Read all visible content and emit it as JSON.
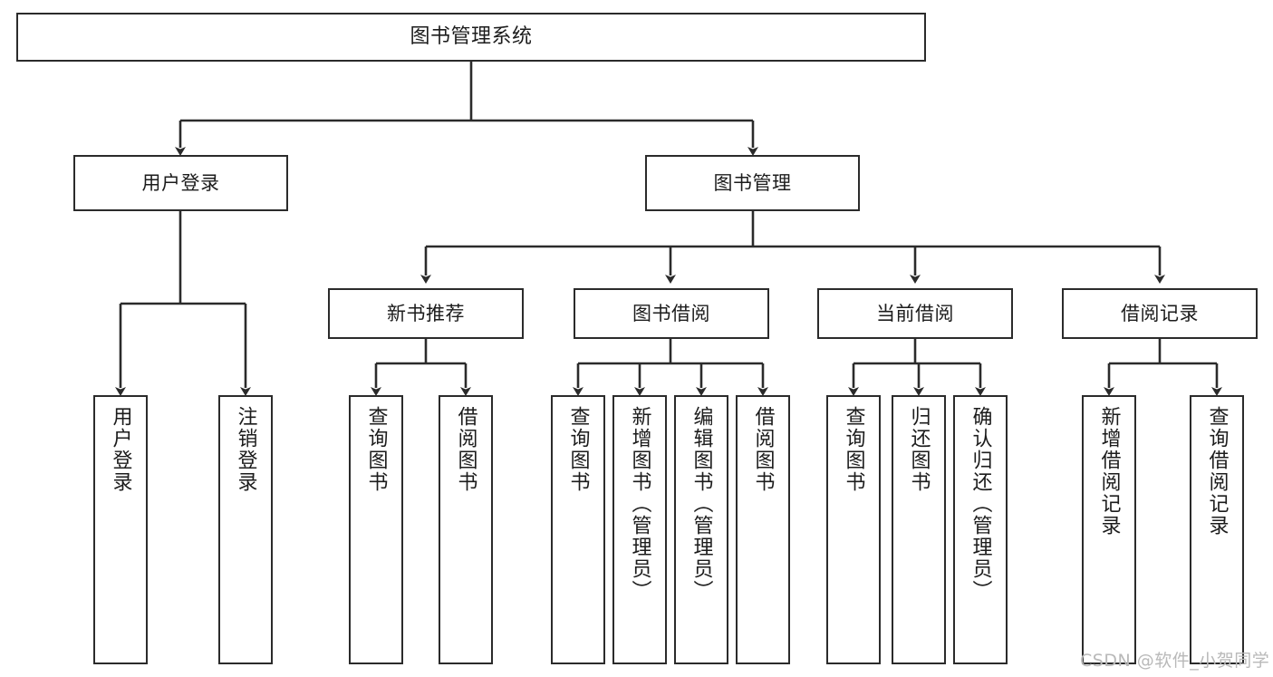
{
  "diagram": {
    "title": "图书管理系统",
    "type": "tree-hierarchy-diagram",
    "orientation": "top-down",
    "colors": {
      "box_border": "#2b2b2b",
      "box_fill": "#ffffff",
      "edge": "#2b2b2b",
      "text": "#1c1c1c",
      "watermark": "#b9b9b9",
      "background": "#ffffff"
    },
    "root": {
      "label": "图书管理系统"
    },
    "level2": [
      {
        "label": "用户登录"
      },
      {
        "label": "图书管理"
      }
    ],
    "level3": [
      {
        "label": "新书推荐"
      },
      {
        "label": "图书借阅"
      },
      {
        "label": "当前借阅"
      },
      {
        "label": "借阅记录"
      }
    ],
    "leaves": {
      "user_login": [
        {
          "label": "用户登录"
        },
        {
          "label": "注销登录"
        }
      ],
      "new_book_recommend": [
        {
          "label": "查询图书"
        },
        {
          "label": "借阅图书"
        }
      ],
      "book_borrow": [
        {
          "label": "查询图书"
        },
        {
          "label": "新增图书（管理员）"
        },
        {
          "label": "编辑图书（管理员）"
        },
        {
          "label": "借阅图书"
        }
      ],
      "current_borrow": [
        {
          "label": "查询图书"
        },
        {
          "label": "归还图书"
        },
        {
          "label": "确认归还（管理员）"
        }
      ],
      "borrow_records": [
        {
          "label": "新增借阅记录"
        },
        {
          "label": "查询借阅记录"
        }
      ]
    },
    "watermark": "CSDN @软件_小贺同学"
  }
}
